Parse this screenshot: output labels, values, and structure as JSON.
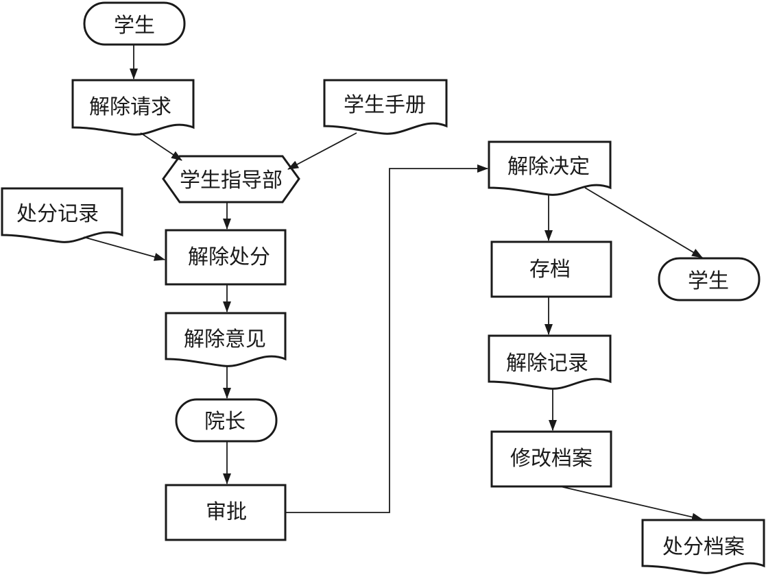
{
  "diagram": {
    "nodes": {
      "student_top": "学生",
      "release_request": "解除请求",
      "student_handbook": "学生手册",
      "student_guidance": "学生指导部",
      "discipline_record": "处分记录",
      "release_discipline": "解除处分",
      "release_opinion": "解除意见",
      "dean": "院长",
      "approve": "审批",
      "release_decision": "解除决定",
      "archive": "存档",
      "student_right": "学生",
      "release_record": "解除记录",
      "modify_file": "修改档案",
      "discipline_file": "处分档案"
    }
  }
}
